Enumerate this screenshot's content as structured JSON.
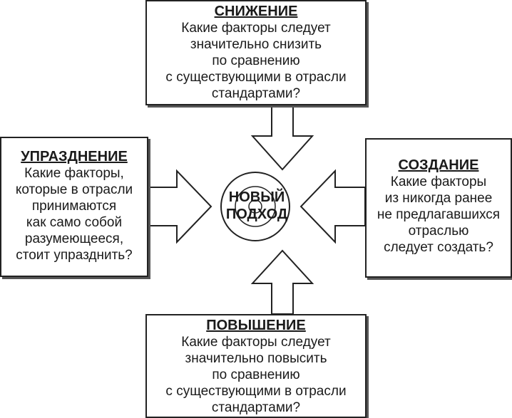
{
  "center": {
    "line1": "НОВЫЙ",
    "line2": "ПОДХОД"
  },
  "top": {
    "title": "СНИЖЕНИЕ",
    "lines": [
      "Какие факторы следует",
      "значительно снизить",
      "по сравнению",
      "с существующими в отрасли",
      "стандартами?"
    ]
  },
  "left": {
    "title": "УПРАЗДНЕНИЕ",
    "lines": [
      "Какие факторы,",
      "которые в отрасли",
      "принимаются",
      "как само собой",
      "разумеющееся,",
      "стоит упразднить?"
    ]
  },
  "right": {
    "title": "СОЗДАНИЕ",
    "lines": [
      "Какие факторы",
      "из никогда ранее",
      "не предлагавшихся",
      "отраслью",
      "следует создать?"
    ]
  },
  "bottom": {
    "title": "ПОВЫШЕНИЕ",
    "lines": [
      "Какие факторы следует",
      "значительно повысить",
      "по сравнению",
      "с существующими в отрасли",
      "стандартами?"
    ]
  }
}
